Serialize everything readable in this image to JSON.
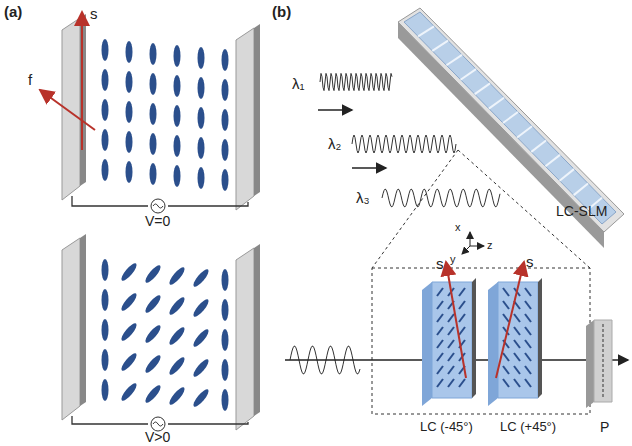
{
  "diagram": {
    "labels": [
      "(a)",
      "s",
      "f",
      "V=0",
      "V>0",
      "(b)",
      "λ₁",
      "λ₂",
      "λ₃",
      "LC-SLM",
      "x",
      "z",
      "y",
      "s",
      "s",
      "LC (-45°)",
      "LC (+45°)",
      "P"
    ]
  }
}
